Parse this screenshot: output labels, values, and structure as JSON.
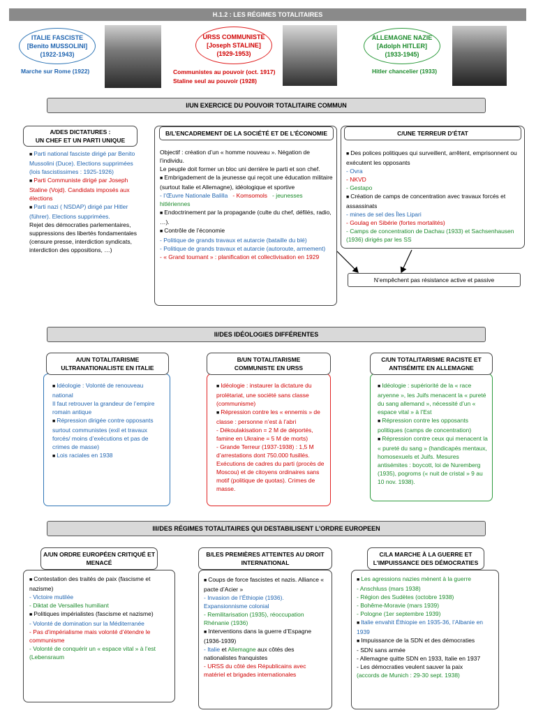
{
  "title": "H.1.2 :  LES RÉGIMES TOTALITAIRES",
  "regimes": {
    "italie": {
      "name": "ITALIE FASCISTE",
      "leader": "[Benito MUSSOLINI]",
      "years": "(1922-1943)",
      "caption1": "Marche sur Rome (1922)"
    },
    "urss": {
      "name": "URSS COMMUNISTE",
      "leader": "[Joseph STALINE]",
      "years": "(1929-1953)",
      "caption1": "Communistes au pouvoir (oct. 1917)",
      "caption2": "Staline seul au pouvoir (1928)"
    },
    "allemagne": {
      "name": "ALLEMAGNE NAZIE",
      "leader": "[Adolph HITLER]",
      "years": "(1933-1945)",
      "caption1": "Hitler chancelier (1933)"
    }
  },
  "colors": {
    "italie": "#1f64b0",
    "urss": "#d00000",
    "allemagne": "#1a8a2a"
  },
  "section1": {
    "title": "I/UN EXERCICE DU POUVOIR TOTALITAIRE COMMUN",
    "a": {
      "h1": "A/DES DICTATURES :",
      "h2": "UN CHEF ET UN PARTI UNIQUE",
      "l1": "Parti national fasciste dirigé par Benito Mussolini (Duce).  Elections supprimées (lois fascistissimes : 1925-1926)",
      "l2": "Parti Communiste dirigé par Joseph Staline (Vojd). Candidats imposés aux élections",
      "l3": "Parti nazi ( NSDAP) dirigé par Hitler (führer). Elections supprimées.",
      "l4": "Rejet des démocraties parlementaires, suppressions des libertés fondamentales (censure presse, interdiction syndicats, interdiction des oppositions, …)"
    },
    "b": {
      "h1": "B/L’ENCADREMENT  DE LA SOCIÉTÉ ET DE L’ÉCONOMIE",
      "l1": "Objectif : création d’un « homme nouveau ».  Négation de l’individu.",
      "l2": "Le peuple doit former un bloc uni derrière le parti et son chef.",
      "l3": "Embrigadement de la jeunesse qui reçoit une éducation militaire (surtout Italie et Allemagne), idéologique et sportive",
      "l4a": "- l’Œuvre Nationale Balilla",
      "l4b": "- Komsomols",
      "l4c": "- jeunesses hitlériennes",
      "l5": "Endoctrinement  par la propagande (culte du chef, défilés, radio, …).",
      "l6": "Contrôle de l’économie",
      "l7": "- Politique de grands travaux et autarcie (bataille du blé)",
      "l8": "- Politique de grands travaux et autarcie (autoroute, armement)",
      "l9": "- « Grand tournant » : planification et collectivisation en 1929"
    },
    "c": {
      "h1": "C/UNE TERREUR D’ÉTAT",
      "l1": "Des polices politiques qui surveillent, arrêtent, emprisonnent ou exécutent les opposants",
      "l2": "- Ovra",
      "l3": "- NKVD",
      "l4": "- Gestapo",
      "l5": "Création de camps de concentration avec travaux forcés et assassinats",
      "l6": "- mines de sel des Îles Lipari",
      "l7": "- Goulag en Sibérie (fortes mortalités)",
      "l8": "- Camps de concentration de Dachau (1933) et Sachsenhausen  (1936) dirigés par les SS"
    },
    "note": "N’empêchent  pas résistance active et passive"
  },
  "section2": {
    "title": "II/DES IDÉOLOGIES DIFFÉRENTES",
    "a": {
      "h1": "A/UN  TOTALITARISME",
      "h2": "ULTRANATIONALISTE  EN ITALIE",
      "l1": "Idéologie  : Volonté de renouveau national",
      "l2": "Il faut retrouver la grandeur de l’empire romain antique",
      "l3": "Répression dirigée contre opposants surtout communistes (exil et travaux forcés/ moins d’exécutions et pas de crimes de masse)",
      "l4": "Lois raciales en 1938"
    },
    "b": {
      "h1": "B/UN  TOTALITARISME",
      "h2": "COMMUNISTE EN URSS",
      "l1": "Idéologie  : instaurer la dictature du prolétariat, une société sans classe (communisme)",
      "l2": "Répression contre les « ennemis » de classe : personne n’est à l’abri",
      "l3": "- Dékoulakisation  = 2 M de déportés, famine en Ukraine = 5 M de morts)",
      "l4": "- Grande Terreur  (1937-1938) : 1,5 M d’arrestations dont 750.000 fusillés. Exécutions de cadres du parti (procès de Moscou) et de citoyens ordinaires sans motif (politique de quotas). Crimes de masse."
    },
    "c": {
      "h1": "C/UN TOTALITARISME RACISTE ET",
      "h2": "ANTISÉMITE  EN ALLEMAGNE",
      "l1": "Idéologie  : supériorité de la « race aryenne », les Juifs menacent la « pureté du sang allemand », nécessité d’un « espace vital » à l’Est",
      "l2": "Répression contre les opposants politiques (camps de concentration)",
      "l3": "Répression contre ceux qui menacent la « pureté du sang » (handicapés mentaux, homosexuels et Juifs. Mesures antisémites : boycott, loi de Nuremberg (1935), pogroms (« nuit de cristal » 9 au 10 nov. 1938)."
    }
  },
  "section3": {
    "title": "III/DES RÉGIMES TOTALITAIRES QUI DESTABILISENT L’ORDRE EUROPEEN",
    "a": {
      "h1": "A/UN  ORDRE EUROPÉEN CRITIQUÉ ET",
      "h2": "MENACÉ",
      "l1": "Contestation des traités de paix (fascisme et nazisme)",
      "l2": "- Victoire mutilée",
      "l3": "- Diktat de Versailles humiliant",
      "l4": "Politiques impérialistes (fascisme et nazisme)",
      "l5": "- Volonté de domination sur la Méditerranée",
      "l6": "- Pas d’impérialisme mais volonté d’étendre le communisme",
      "l7": "- Volonté de conquérir un « espace vital » à l’est (Lebensraum"
    },
    "b": {
      "h1": "B/LES PREMIÈRES ATTEINTES AU DROIT",
      "h2": "INTERNATIONAL",
      "l1": "Coups de force fascistes et nazis. Alliance « pacte d’Acier »",
      "l2": "- Invasion de l’Éthiopie (1936). Expansionnisme colonial",
      "l3": "- Remilitarisation (1935), réoccupation Rhénanie (1936)",
      "l4": "Interventions dans la guerre d’Espagne (1936-1939)",
      "l5a": "- Italie",
      "l5b": " et ",
      "l5c": "Allemagne",
      "l5d": " aux côtés des nationalistes franquistes",
      "l6": "- URSS du côté des Républicains avec matériel et brigades internationales"
    },
    "c": {
      "h1": "C/LA MARCHE À LA GUERRE ET",
      "h2": "L’IMPUISSANCE DES DÉMOCRATIES",
      "l1": "Les agressions nazies mènent à la guerre",
      "l2": "- Anschluss (mars 1938)",
      "l3": "- Région des Sudètes (octobre 1938)",
      "l4": "- Bohême-Moravie (mars 1939)",
      "l5": "- Pologne (1er septembre 1939)",
      "l6": "Italie envahit Éthiopie en 1935-36, l’Albanie en 1939",
      "l7": "Impuissance de la SDN et des démocraties",
      "l8": "- SDN sans armée",
      "l9": "- Allemagne quitte SDN en 1933, Italie en 1937",
      "l10": "- Les démocraties veulent sauver la paix",
      "l11": "(accords de Munich : 29-30 sept. 1938)"
    }
  }
}
